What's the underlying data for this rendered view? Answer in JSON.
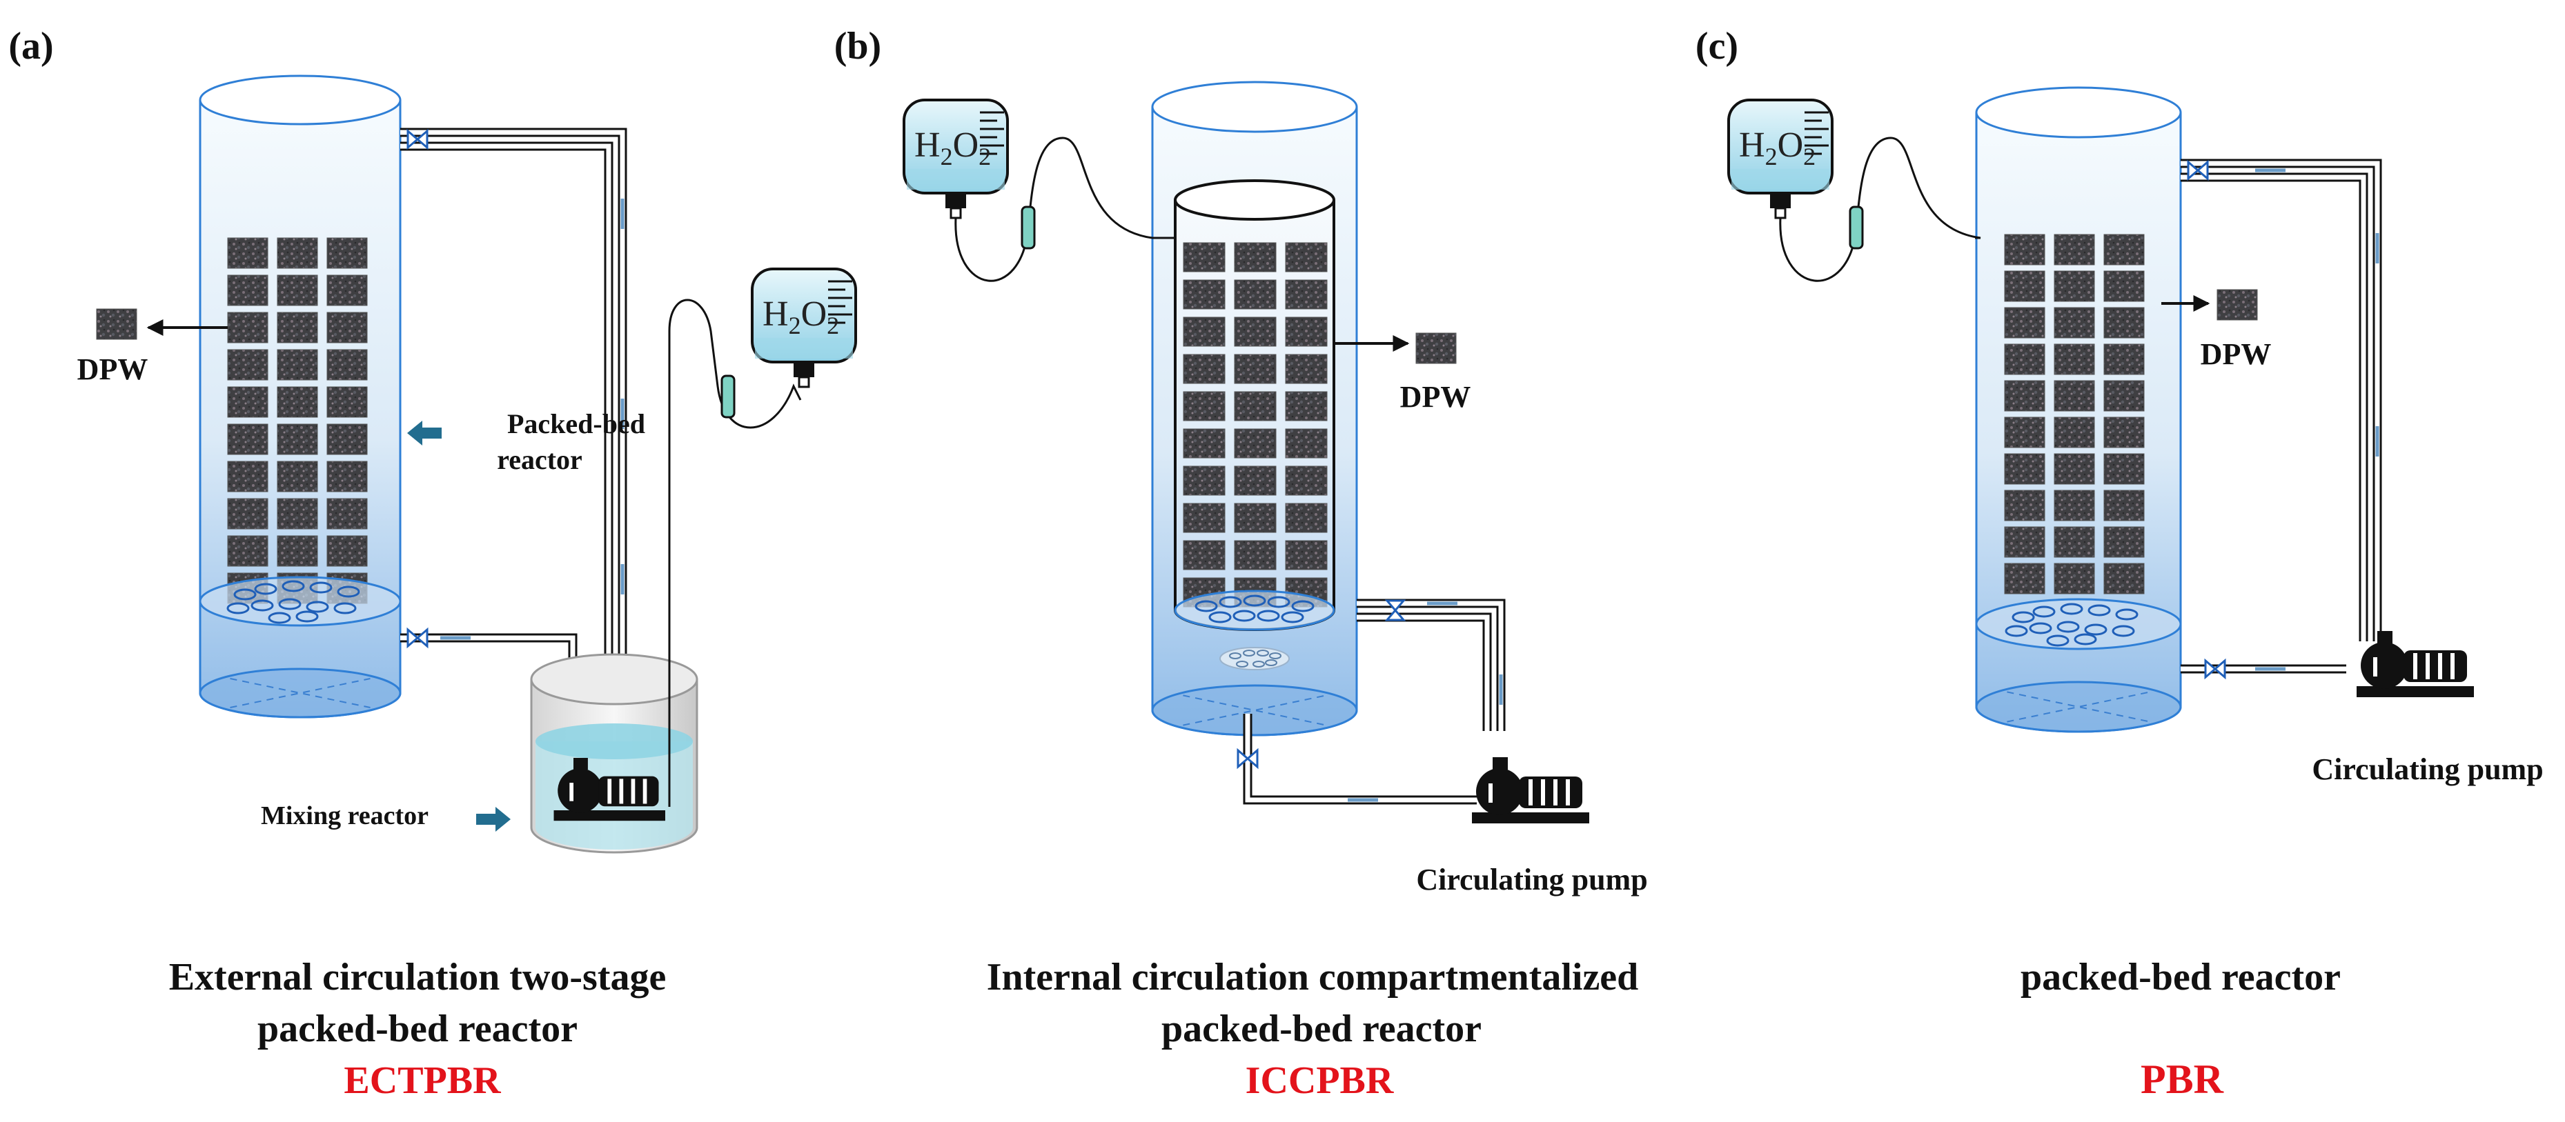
{
  "panels": [
    {
      "letter": "(a)",
      "dpw": "DPW",
      "packed_bed": [
        "Packed-bed",
        "reactor"
      ],
      "mixing": "Mixing reactor",
      "title": [
        "External circulation two-stage",
        "packed-bed reactor"
      ],
      "abbr": "ECTPBR",
      "h2o2": {
        "base": "H",
        "sub1": "2",
        "mid": "O",
        "sub2": "2"
      }
    },
    {
      "letter": "(b)",
      "dpw": "DPW",
      "pump": "Circulating pump",
      "title": [
        "Internal  circulation compartmentalized",
        "packed-bed reactor"
      ],
      "abbr": "ICCPBR",
      "h2o2": {
        "base": "H",
        "sub1": "2",
        "mid": "O",
        "sub2": "2"
      }
    },
    {
      "letter": "(c)",
      "dpw": "DPW",
      "pump": "Circulating pump",
      "title": [
        "packed-bed reactor"
      ],
      "abbr": "PBR",
      "h2o2": {
        "base": "H",
        "sub1": "2",
        "mid": "O",
        "sub2": "2"
      }
    }
  ],
  "colors": {
    "column_top": "#f4fafe",
    "column_bottom": "#9cc3ea",
    "outline": "#2f7fd6",
    "block": "#4a4a4a",
    "accent_arrow": "#226d8f",
    "flow_arrow": "#6a9cc8",
    "bag_fill": "#9fd8ea",
    "abbr": "#e3131b"
  }
}
